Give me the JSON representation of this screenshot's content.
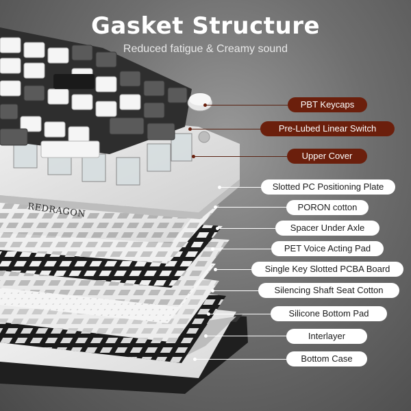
{
  "header": {
    "title": "Gasket Structure",
    "subtitle": "Reduced fatigue & Creamy sound"
  },
  "brand": {
    "logo_text": "REDRAGON"
  },
  "colors": {
    "dark_label": "#6b1f0c",
    "light_label": "#ffffff",
    "background": "#6e6e6e"
  },
  "labels": [
    {
      "text": "PBT Keycaps",
      "style": "dark"
    },
    {
      "text": "Pre-Lubed Linear Switch",
      "style": "dark"
    },
    {
      "text": "Upper Cover",
      "style": "dark"
    },
    {
      "text": "Slotted PC Positioning Plate",
      "style": "light"
    },
    {
      "text": "PORON cotton",
      "style": "light"
    },
    {
      "text": "Spacer Under Axle",
      "style": "light"
    },
    {
      "text": "PET Voice Acting Pad",
      "style": "light"
    },
    {
      "text": "Single Key Slotted PCBA Board",
      "style": "light"
    },
    {
      "text": "Silencing Shaft Seat Cotton",
      "style": "light"
    },
    {
      "text": "Silicone Bottom Pad",
      "style": "light"
    },
    {
      "text": "Interlayer",
      "style": "light"
    },
    {
      "text": "Bottom Case",
      "style": "light"
    }
  ]
}
